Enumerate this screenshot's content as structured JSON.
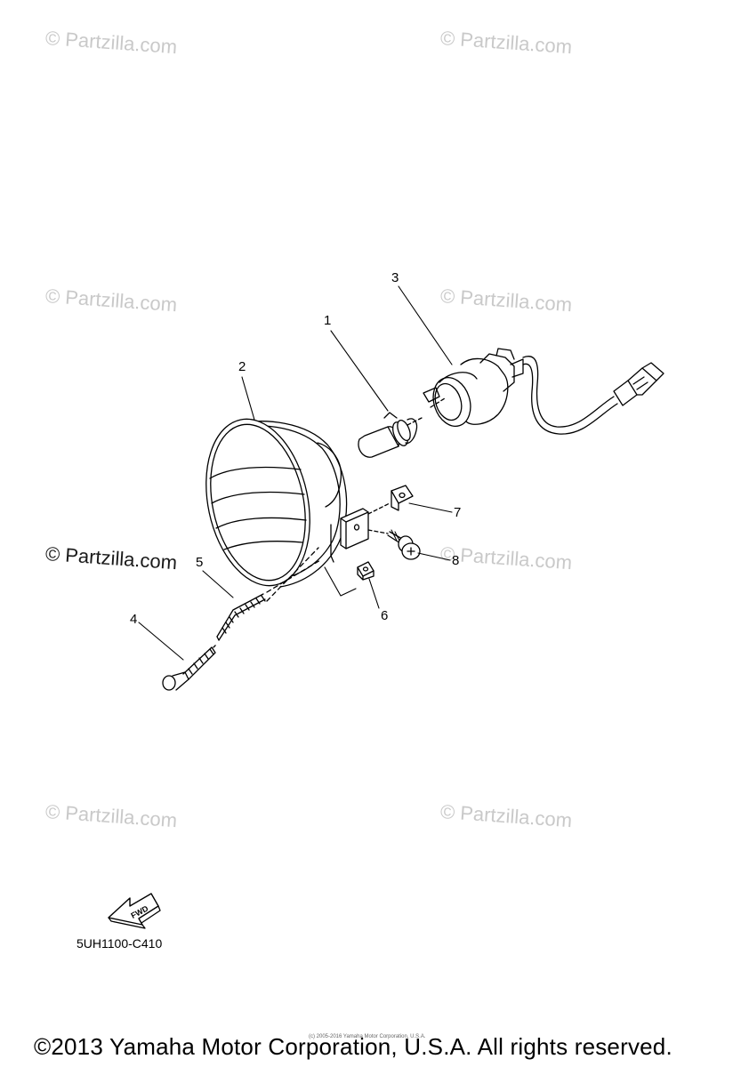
{
  "watermark": "© Partzilla.com",
  "watermark_dark": "© Partzilla.com",
  "callouts": {
    "c1": "1",
    "c2": "2",
    "c3": "3",
    "c4": "4",
    "c5": "5",
    "c6": "6",
    "c7": "7",
    "c8": "8"
  },
  "fwd_label": "FWD",
  "diagram_code": "5UH1100-C410",
  "small_print": "(c) 2005-2016 Yamaha Motor Corporation, U.S.A.",
  "copyright": "©2013 Yamaha Motor Corporation, U.S.A. All rights reserved."
}
